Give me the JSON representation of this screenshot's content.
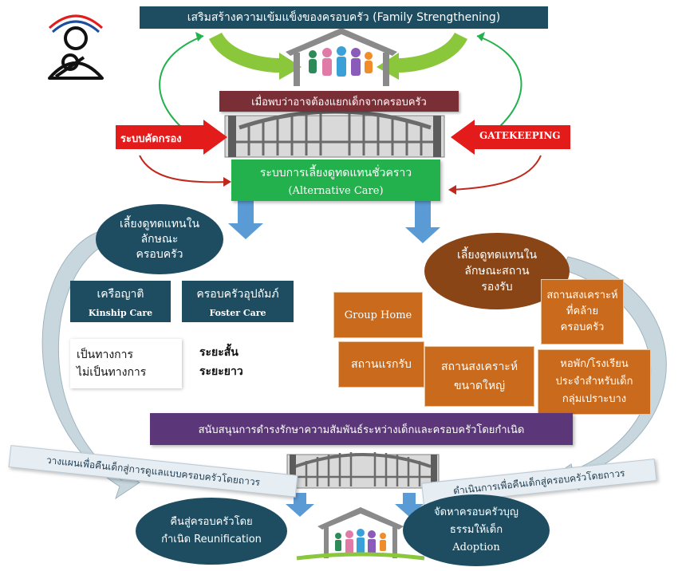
{
  "top_banner": "เสริมสร้างความเข้มแข็งของครอบครัว (Family Strengthening)",
  "separation_banner": "เมื่อพบว่าอาจต้องแยกเด็กจากครอบครัว",
  "screening_left": "ระบบคัดกรอง",
  "gatekeeping_right": "GATEKEEPING",
  "alternative_care": {
    "line1": "ระบบการเลี้ยงดูทดแทนชั่วคราว",
    "line2": "(Alternative Care)"
  },
  "family_based": {
    "line1": "เลี้ยงดูทดแทนใน",
    "line2": "ลักษณะ",
    "line3": "ครอบครัว"
  },
  "kinship": {
    "th": "เครือญาติ",
    "en": "Kinship Care"
  },
  "foster": {
    "th": "ครอบครัวอุปถัมภ์",
    "en": "Foster Care"
  },
  "formality": {
    "formal": "เป็นทางการ",
    "informal": "ไม่เป็นทางการ"
  },
  "duration": {
    "short": "ระยะสั้น",
    "long": "ระยะยาว"
  },
  "institutional": {
    "line1": "เลี้ยงดูทดแทนใน",
    "line2": "ลักษณะสถาน",
    "line3": "รองรับ"
  },
  "group_home": "Group Home",
  "family_like": {
    "line1": "สถานสงเคราะห์",
    "line2": "ที่คล้าย",
    "line3": "ครอบครัว"
  },
  "reception": "สถานแรกรับ",
  "large_institution": {
    "line1": "สถานสงเคราะห์",
    "line2": "ขนาดใหญ่"
  },
  "boarding": {
    "line1": "หอพัก/โรงเรียน",
    "line2": "ประจำสำหรับเด็ก",
    "line3": "กลุ่มเปราะบาง"
  },
  "support_bar": "สนับสนุนการดำรงรักษาความสัมพันธ์ระหว่างเด็กและครอบครัวโดยกำเนิด",
  "plan_left": "วางแผนเพื่อคืนเด็กสู่การดูแลแบบครอบครัวโดยถาวร",
  "plan_right": "ดำเนินการเพื่อคืนเด็กสู่ครอบครัวโดยถาวร",
  "reunification": {
    "line1": "คืนสู่ครอบครัวโดย",
    "line2": "กำเนิด Reunification"
  },
  "adoption": {
    "line1": "จัดหาครอบครัวบุญ",
    "line2": "ธรรมให้เด็ก",
    "line3": "Adoption"
  },
  "colors": {
    "teal": "#1e4d62",
    "maroon": "#7a2f36",
    "green": "#22b14c",
    "red": "#e31b1b",
    "orange": "#c96a1c",
    "brown": "#8a4516",
    "purple": "#5b3779"
  }
}
